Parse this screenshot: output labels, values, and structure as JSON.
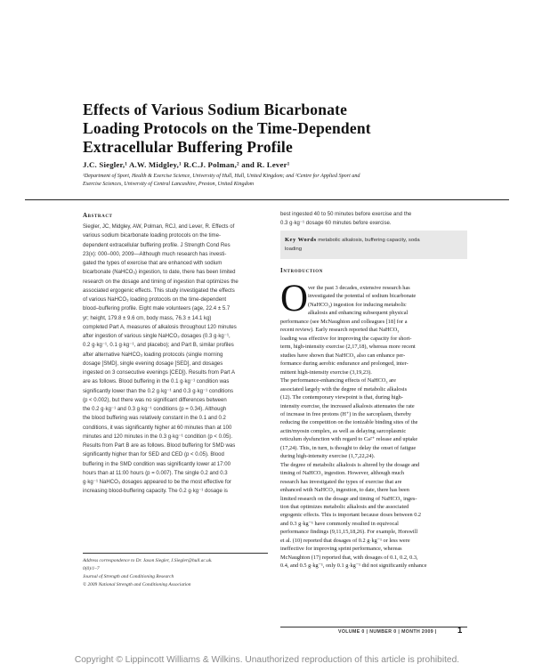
{
  "title_lines": [
    "Effects of Various Sodium Bicarbonate",
    "Loading Protocols on the Time-Dependent",
    "Extracellular Buffering Profile"
  ],
  "authors": "J.C. Siegler,¹ A.W. Midgley,¹ R.C.J. Polman,² and R. Lever¹",
  "affiliations_lines": [
    "¹Department of Sport, Health & Exercise Science, University of Hull, Hull, United Kingdom; and ²Centre for Applied Sport and",
    "Exercise Sciences, University of Central Lancashire, Preston, United Kingdom"
  ],
  "abstract_heading": "Abstract",
  "abstract_lines": [
    "Siegler, JC, Midgley, AW, Polman, RCJ, and Lever, R. Effects of",
    "various sodium bicarbonate loading protocols on the time-",
    "dependent extracellular buffering profile. J Strength Cond Res",
    "23(x): 000–000, 2009—Although much research has investi-",
    "gated the types of exercise that are enhanced with sodium",
    "bicarbonate (NaHCO₃) ingestion, to date, there has been limited",
    "research on the dosage and timing of ingestion that optimizes the",
    "associated ergogenic effects. This study investigated the effects",
    "of various NaHCO₃ loading protocols on the time-dependent",
    "blood–buffering profile. Eight male volunteers (age, 22.4 ± 5.7",
    "yr; height, 179.8 ± 9.6 cm, body mass, 76.3 ± 14.1 kg)",
    "completed Part A, measures of alkalosis throughout 120 minutes",
    "after ingestion of various single NaHCO₃ dosages (0.3 g·kg⁻¹,",
    "0.2 g·kg⁻¹, 0.1 g·kg⁻¹, and placebo); and Part B, similar profiles",
    "after alternative NaHCO₃ loading protocols (single morning",
    "dosage [SMD], single evening dosage [SED], and dosages",
    "ingested on 3 consecutive evenings [CED]). Results from Part A",
    "are as follows. Blood buffering in the 0.1 g·kg⁻¹ condition was",
    "significantly lower than the 0.2 g·kg⁻¹ and 0.3 g·kg⁻¹ conditions",
    "(p < 0.002), but there was no significant differences between",
    "the 0.2 g·kg⁻¹ and 0.3 g·kg⁻¹ conditions (p = 0.34). Although",
    "the blood buffering was relatively constant in the 0.1 and 0.2",
    "conditions, it was significantly higher at 60 minutes than at 100",
    "minutes and 120 minutes in the 0.3 g·kg⁻¹ condition (p < 0.05).",
    "Results from Part B are as follows. Blood buffering for SMD was",
    "significantly higher than for SED and CED (p < 0.05). Blood",
    "buffering in the SMD condition was significantly lower at 17:00",
    "hours than at 11:00 hours (p = 0.007). The single 0.2 and 0.3",
    "g·kg⁻¹ NaHCO₃ dosages appeared to be the most effective for",
    "increasing blood-buffering capacity. The 0.2 g·kg⁻¹ dosage is"
  ],
  "abstract_cont_lines": [
    "best ingested 40 to 50 minutes before exercise and the",
    "0.3 g·kg⁻¹ dosage 60 minutes before exercise."
  ],
  "keywords_label": "Key Words",
  "keywords_lines": [
    "metabolic alkalosis, buffering capacity, soda",
    "loading"
  ],
  "intro_heading": "Introduction",
  "dropcap": "O",
  "intro_indent_lines": [
    "ver the past 3 decades, extensive research has",
    "investigated the potential of sodium bicarbonate",
    "(NaHCO₃) ingestion for inducing metabolic",
    "alkalosis and enhancing subsequent physical"
  ],
  "intro_lines": [
    "performance (see McNaughton and colleagues [18] for a",
    "recent review). Early research reported that NaHCO₃",
    "loading was effective for improving the capacity for short-",
    "term, high-intensity exercise (2,17,18), whereas more recent",
    "studies have shown that NaHCO₃ also can enhance per-",
    "formance during aerobic endurance and prolonged, inter-",
    "mittent high-intensity exercise (3,19,23).",
    "    The performance-enhancing effects of NaHCO₃ are",
    "associated largely with the degree of metabolic alkalosis",
    "(12). The contemporary viewpoint is that, during high-",
    "intensity exercise, the increased alkalosis attenuates the rate",
    "of increase in free protons (H⁺) in the sarcoplasm, thereby",
    "reducing the competition on the ionizable binding sites of the",
    "actin/myosin complex, as well as delaying sarcoplasmic",
    "reticulum dysfunction with regard to Ca²⁺ release and uptake",
    "(17,24). This, in turn, is thought to delay the onset of fatigue",
    "during high-intensity exercise (1,7,22,24).",
    "    The degree of metabolic alkalosis is altered by the dosage and",
    "timing of NaHCO₃ ingestion. However, although much",
    "research has investigated the types of exercise that are",
    "enhanced with NaHCO₃ ingestion, to date, there has been",
    "limited research on the dosage and timing of NaHCO₃ inges-",
    "tion that optimizes metabolic alkalosis and the associated",
    "ergogenic effects. This is important because doses between 0.2",
    "and 0.3 g·kg⁻¹ have commonly resulted in equivocal",
    "performance findings (9,11,15,18,26). For example, Horswill",
    "et al. (10) reported that dosages of 0.2 g·kg⁻¹ or less were",
    "ineffective for improving sprint performance, whereas",
    "McNaughton (17) reported that, with dosages of 0.1, 0.2, 0.3,",
    "0.4, and 0.5 g·kg⁻¹, only 0.1 g·kg⁻¹ did not significantly enhance"
  ],
  "correspondence_lines": [
    "Address correspondence to Dr. Jason Siegler, J.Siegler@hull.ac.uk.",
    "0(0)/1–7",
    "Journal of Strength and Conditioning Research",
    "© 2009 National Strength and Conditioning Association"
  ],
  "footer_info": "VOLUME 0 | NUMBER 0 | MONTH 2009 |",
  "page_number": "1",
  "copyright": "Copyright © Lippincott Williams & Wilkins. Unauthorized reproduction of this article is prohibited."
}
